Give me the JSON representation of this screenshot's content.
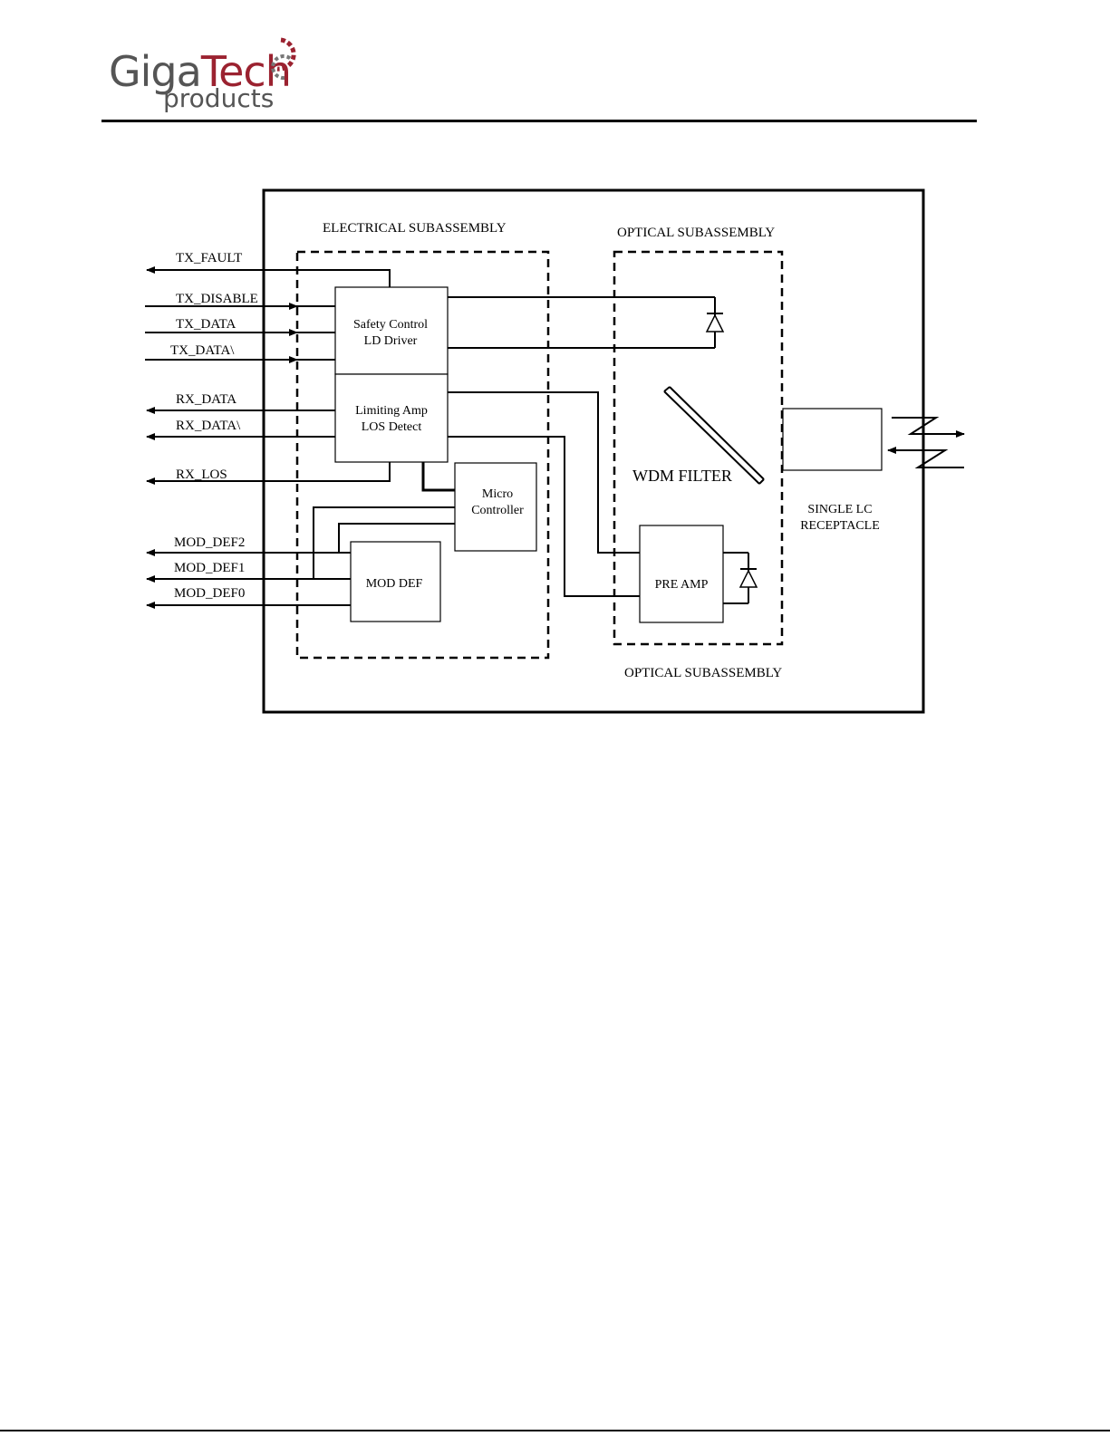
{
  "header": {
    "logo_text": "GigaTech products"
  },
  "diagram": {
    "sections": {
      "electrical": "ELECTRICAL SUBASSEMBLY",
      "optical_top": "OPTICAL SUBASSEMBLY",
      "optical_bottom": "OPTICAL SUBASSEMBLY"
    },
    "signals": {
      "tx_fault": "TX_FAULT",
      "tx_disable": "TX_DISABLE",
      "tx_data": "TX_DATA",
      "tx_data_n": "TX_DATA\\",
      "rx_data": "RX_DATA",
      "rx_data_n": "RX_DATA\\",
      "rx_los": "RX_LOS",
      "mod_def2": "MOD_DEF2",
      "mod_def1": "MOD_DEF1",
      "mod_def0": "MOD_DEF0"
    },
    "blocks": {
      "safety_line1": "Safety Control",
      "safety_line2": "LD Driver",
      "limamp_line1": "Limiting Amp",
      "limamp_line2": "LOS Detect",
      "micro_line1": "Micro",
      "micro_line2": "Controller",
      "mod_def": "MOD DEF",
      "pre_amp": "PRE AMP",
      "wdm_filter": "WDM FILTER",
      "receptacle_line1": "SINGLE LC",
      "receptacle_line2": "RECEPTACLE"
    }
  }
}
